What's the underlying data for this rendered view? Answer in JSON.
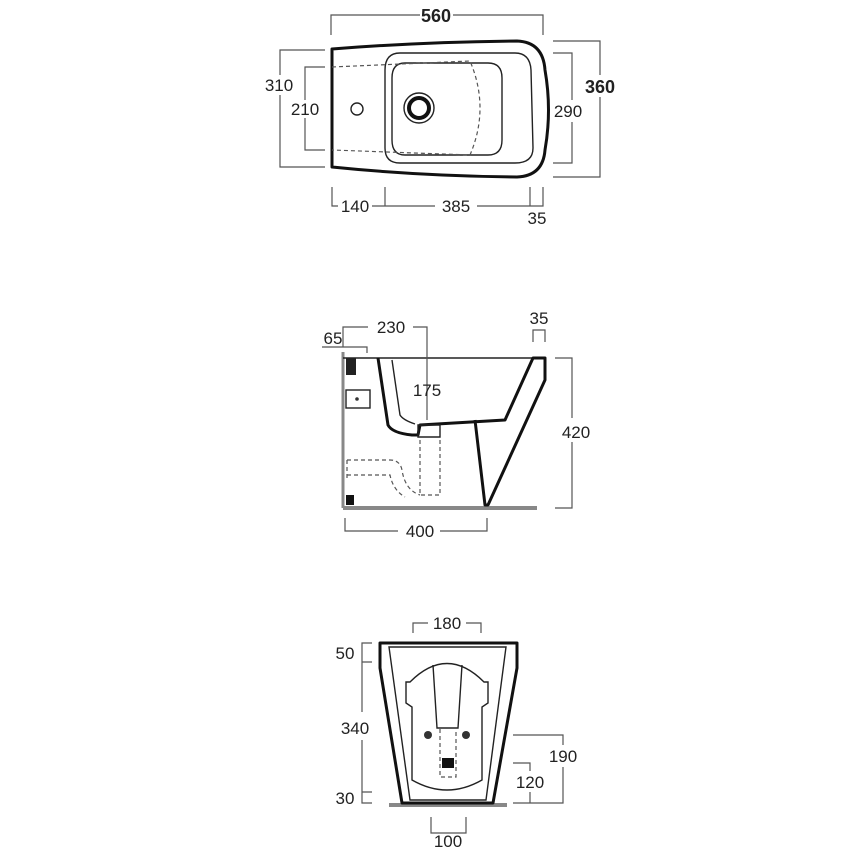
{
  "top_view": {
    "width_overall": "560",
    "depth_left": "310",
    "tap_spacing": "210",
    "depth_overall": "360",
    "bowl_depth": "290",
    "tap_offset": "140",
    "bowl_length": "385",
    "rim_front": "35"
  },
  "side_view": {
    "waste_offset": "230",
    "wall_gap": "65",
    "waste_depth": "175",
    "rim_front": "35",
    "height": "420",
    "base_depth": "400"
  },
  "front_view": {
    "top_width": "180",
    "rim_height": "50",
    "body_height": "340",
    "base_height": "30",
    "inlet_high": "190",
    "inlet_low": "120",
    "base_width": "100"
  }
}
